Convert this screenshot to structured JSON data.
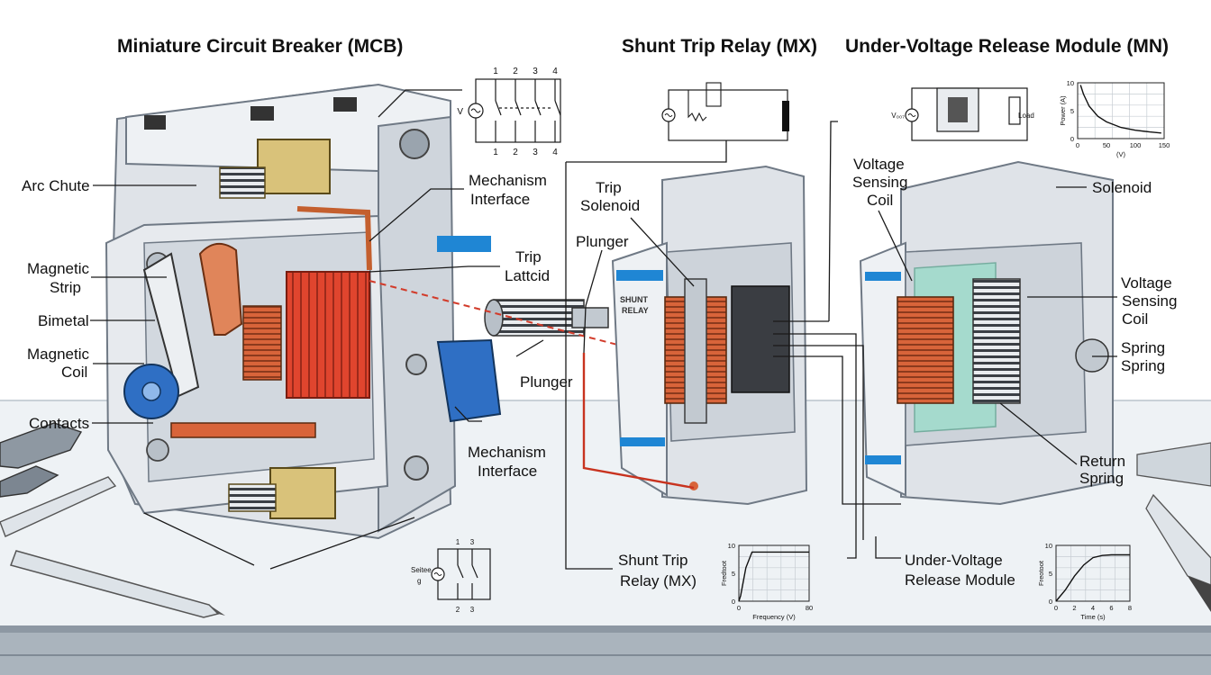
{
  "titles": {
    "mcb": "Miniature Circuit Breaker (MCB)",
    "mx": "Shunt Trip Relay (MX)",
    "mn": "Under-Voltage Release Module (MN)"
  },
  "mcb_labels": {
    "arc_chute": "Arc Chute",
    "magnetic_strip_1": "Magnetic",
    "magnetic_strip_2": "Strip",
    "bimetal": "Bimetal",
    "magnetic_coil_1": "Magnetic",
    "magnetic_coil_2": "Coil",
    "contacts": "Contacts",
    "mech_top_1": "Mechanism",
    "mech_top_2": "Interface",
    "trip_latch_1": "Trip",
    "trip_latch_2": "Lattcid",
    "plunger_left": "Plunger",
    "mech_bottom_1": "Mechanism",
    "mech_bottom_2": "Interface"
  },
  "mx_labels": {
    "trip_solenoid_1": "Trip",
    "trip_solenoid_2": "Solenoid",
    "plunger": "Plunger",
    "body_text_1": "SHUNT",
    "body_text_2": "RELAY",
    "bottom_1": "Shunt Trip",
    "bottom_2": "Relay  (MX)"
  },
  "mn_labels": {
    "vs_coil_left_1": "Voltage",
    "vs_coil_left_2": "Sensing",
    "vs_coil_left_3": "Coil",
    "solenoid": "Solenoid",
    "vs_coil_right_1": "Voltage",
    "vs_coil_right_2": "Sensing",
    "vs_coil_right_3": "Coil",
    "spring_1": "Spring",
    "spring_2": "Spring",
    "return_spring_1": "Return",
    "return_spring_2": "Spring",
    "bottom_1": "Under-Voltage",
    "bottom_2": "Release Module"
  },
  "schematics": {
    "top_numbers": [
      "1",
      "2",
      "3",
      "4"
    ],
    "top_source_label": "V",
    "mn_source_label": "V₀₀₇",
    "mn_load_label": "Load",
    "bottom_left_label_1": "Seitee",
    "bottom_left_label_2": "g",
    "bottom_left_top_numbers": [
      "1",
      "3"
    ],
    "bottom_left_bottom_numbers": [
      "2",
      "3"
    ]
  },
  "colors": {
    "housing": "#dfe3e8",
    "housing_edge": "#8c96a3",
    "coil_copper": "#d8643a",
    "arc_chute_red": "#e0452e",
    "brass": "#d9c27a",
    "blue_handle": "#2f6fc4",
    "accent_blue": "#1f86d4",
    "green_core": "#86e0c3"
  },
  "chart_data": [
    {
      "type": "line",
      "title": "",
      "xlabel": "(V)",
      "ylabel": "Power (A)",
      "x_ticks": [
        "0",
        "50",
        "100",
        "150"
      ],
      "y_ticks": [
        "0",
        "5",
        "10"
      ],
      "xlim": [
        0,
        150
      ],
      "ylim": [
        0,
        10
      ],
      "grid": true,
      "series": [
        {
          "x": [
            5,
            10,
            20,
            35,
            50,
            75,
            100,
            125,
            145
          ],
          "y": [
            9.6,
            8.0,
            5.8,
            4.0,
            3.0,
            2.0,
            1.5,
            1.2,
            1.0
          ]
        }
      ]
    },
    {
      "type": "line",
      "title": "",
      "xlabel": "Frequency (V)",
      "ylabel": "Fredtoot",
      "x_ticks": [
        "0",
        "80"
      ],
      "y_ticks": [
        "0",
        "5",
        "10"
      ],
      "xlim": [
        0,
        80
      ],
      "ylim": [
        0,
        10
      ],
      "grid": true,
      "series": [
        {
          "x": [
            0,
            2,
            8,
            15,
            80
          ],
          "y": [
            0,
            1,
            6,
            8.8,
            8.8
          ]
        }
      ]
    },
    {
      "type": "line",
      "title": "",
      "xlabel": "Time (s)",
      "ylabel": "Freotoot",
      "x_ticks": [
        "0",
        "2",
        "4",
        "6",
        "8"
      ],
      "y_ticks": [
        "0",
        "5",
        "10"
      ],
      "xlim": [
        0,
        8
      ],
      "ylim": [
        0,
        10
      ],
      "grid": true,
      "series": [
        {
          "x": [
            0,
            1,
            2,
            3,
            4,
            5,
            6,
            8
          ],
          "y": [
            0,
            2,
            4.5,
            6.5,
            7.8,
            8.2,
            8.3,
            8.3
          ]
        }
      ]
    }
  ]
}
